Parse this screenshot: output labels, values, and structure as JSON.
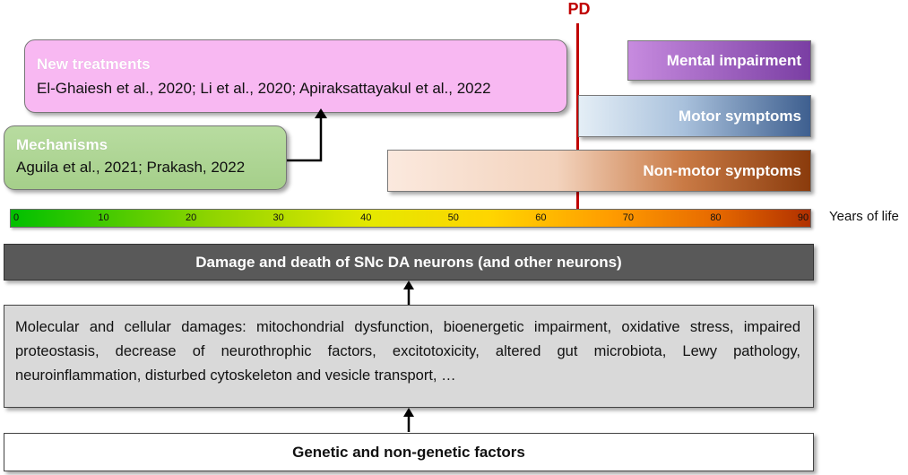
{
  "pd_label": "PD",
  "new_treatments": {
    "title": "New treatments",
    "refs": "El-Ghaiesh et al., 2020; Li et al., 2020; Apiraksattayakul et al., 2022"
  },
  "mechanisms": {
    "title": "Mechanisms",
    "refs": "Aguila et al., 2021; Prakash, 2022"
  },
  "symptoms": {
    "mental": "Mental impairment",
    "motor": "Motor symptoms",
    "non_motor": "Non-motor symptoms"
  },
  "age_axis": {
    "ticks": [
      "0",
      "10",
      "20",
      "30",
      "40",
      "50",
      "60",
      "70",
      "80",
      "90"
    ],
    "label": "Years of life",
    "pd_onset_years": 65
  },
  "damage_box": "Damage and death of SNc DA neurons (and other neurons)",
  "molecular_box": "Molecular and cellular damages: mitochondrial dysfunction, bioenergetic impairment, oxidative stress, impaired proteostasis, decrease of neurothrophic factors, excitotoxicity, altered gut microbiota, Lewy pathology, neuroinflammation, disturbed cytoskeleton and vesicle transport,  …",
  "genetic_box": "Genetic and non-genetic factors",
  "colors": {
    "pd_line": "#c00000",
    "new_treatments_fill": "#f8b8f2",
    "mechanisms_fill": "#a5cf8a",
    "mental_fill": "#7a3ea3",
    "motor_fill": "#3e5f8f",
    "non_motor_fill": "#8a3b0c",
    "damage_fill": "#595959",
    "molecular_fill": "#d9d9d9"
  }
}
